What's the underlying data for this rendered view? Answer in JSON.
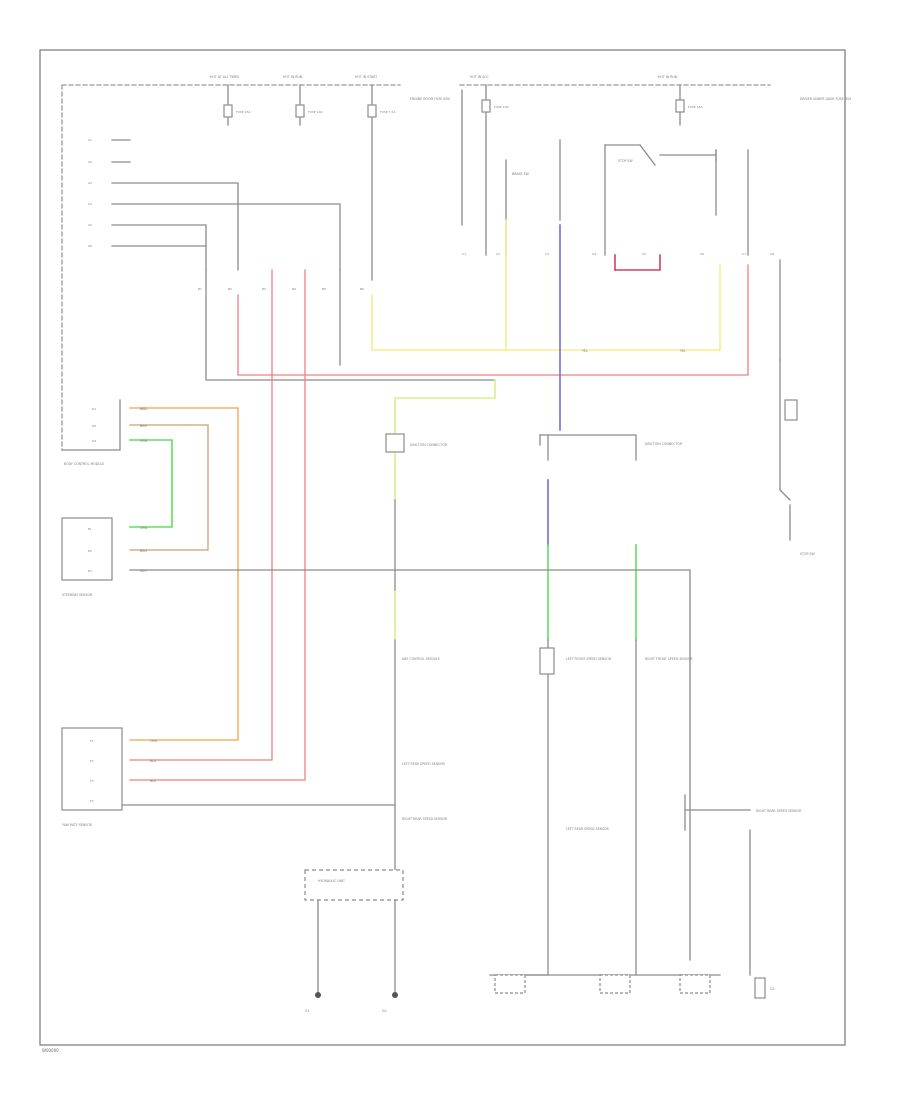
{
  "diagram": {
    "figure_id": "W00000",
    "labels": {
      "top_junction_1": "HOT AT ALL TIMES",
      "top_junction_2": "HOT IN RUN",
      "top_junction_3": "HOT IN START",
      "top_junction_4": "HOT IN ACC",
      "top_junction_5": "HOT IN RUN",
      "fuse_1": "FUSE 15A",
      "fuse_2": "FUSE 10A",
      "fuse_3": "FUSE 7.5A",
      "fuse_4": "FUSE 10A",
      "fuse_5": "FUSE 15A",
      "engine_room_box": "ENGINE ROOM FUSE BOX",
      "relay_box_right": "DRIVER UNDER DASH FUSE BOX",
      "brake_switch": "BRAKE SW",
      "stop_switch": "STOP SW",
      "body_control": "BODY CONTROL MODULE",
      "junction_connector": "JUNCTION CONNECTOR",
      "steering_sensor": "STEERING SENSOR",
      "yaw_sensor": "YAW RATE SENSOR",
      "abs_module": "ABS CONTROL MODULE",
      "left_front_sensor": "LEFT FRONT SPEED SENSOR",
      "right_front_sensor": "RIGHT FRONT SPEED SENSOR",
      "left_rear_sensor": "LEFT REAR SPEED SENSOR",
      "right_rear_sensor": "RIGHT REAR SPEED SENSOR",
      "hydraulic_unit": "HYDRAULIC UNIT",
      "ground_1": "G1",
      "ground_2": "G2",
      "ground_3": "G3",
      "wire_red": "RED",
      "wire_yel": "YEL",
      "wire_grn": "GRN",
      "wire_blu": "BLU",
      "wire_org": "ORG",
      "wire_brn": "BRN",
      "wire_wht": "WHT",
      "wire_blk": "BLK"
    }
  }
}
